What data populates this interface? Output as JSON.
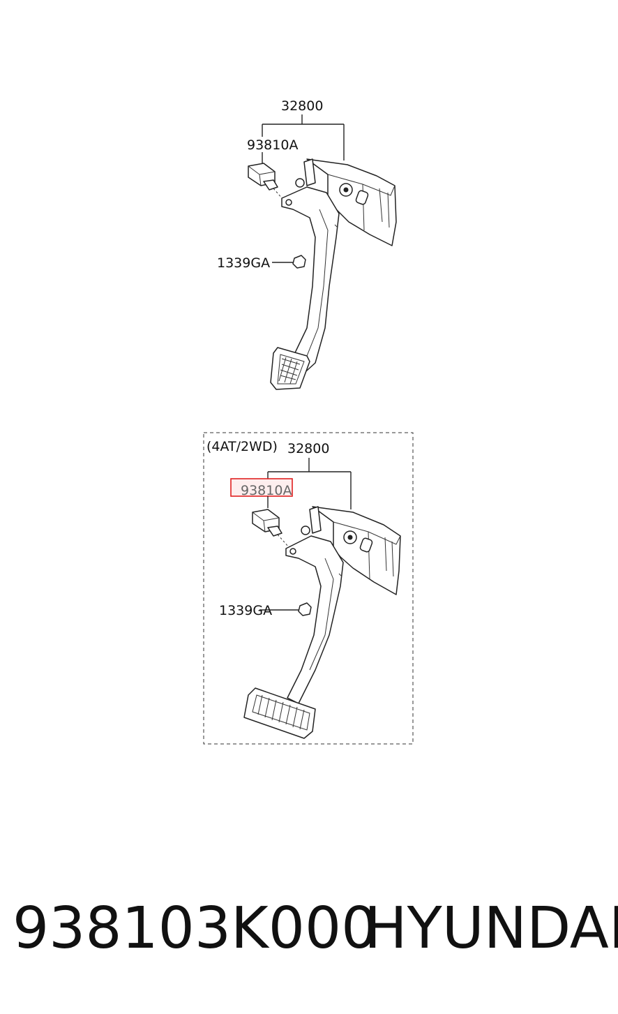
{
  "diagram_upper": {
    "assembly_label": "32800",
    "switch_label": "93810A",
    "nut_label": "1339GA"
  },
  "diagram_lower": {
    "variant_label": "(4AT/2WD)",
    "assembly_label": "32800",
    "switch_label": "93810A",
    "nut_label": "1339GA",
    "highlight_color": "#e02020"
  },
  "footer": {
    "part_number": "938103K000",
    "brand": "HYUNDAI"
  }
}
